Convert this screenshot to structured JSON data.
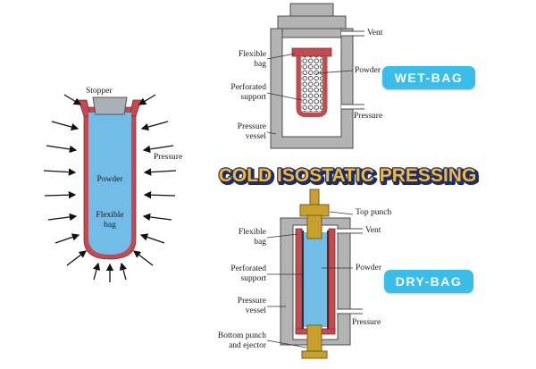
{
  "title": "COLD ISOSTATIC PRESSING",
  "colors": {
    "badge-bg": "#3bbde9",
    "badge-text": "#ffffff",
    "title-fill": "#f2b838",
    "title-outline": "#1d2e6b",
    "bag-red": "#c24b52",
    "powder-blue": "#72bde8",
    "vessel-gray": "#b3b3b3",
    "vessel-outline": "#4d4d4d",
    "punch-gold": "#c8a02e",
    "label-text": "#1a1a1a"
  },
  "left_diagram": {
    "stopper_label": "Stopper",
    "pressure_label": "Pressure",
    "powder_label": "Powder",
    "flexible_bag_label": "Flexible\nbag"
  },
  "wet_bag": {
    "badge_label": "WET-BAG",
    "flexible_bag_label": "Flexible\nbag",
    "perforated_support_label": "Perforated\nsupport",
    "pressure_vessel_label": "Pressure\nvessel",
    "powder_label": "Powder",
    "vent_label": "Vent",
    "pressure_label": "Pressure"
  },
  "dry_bag": {
    "badge_label": "DRY-BAG",
    "flexible_bag_label": "Flexible\nbag",
    "perforated_support_label": "Perforated\nsupport",
    "pressure_vessel_label": "Pressure\nvessel",
    "bottom_punch_label": "Bottom punch\nand ejector",
    "top_punch_label": "Top punch",
    "vent_label": "Vent",
    "powder_label": "Powder",
    "pressure_label": "Pressure"
  }
}
